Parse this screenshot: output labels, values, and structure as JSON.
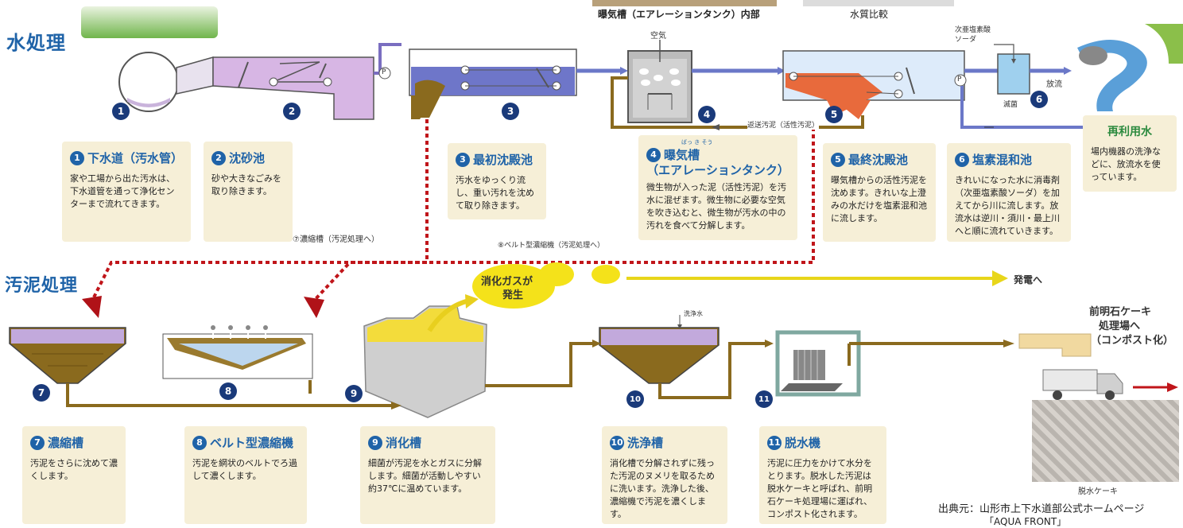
{
  "header": {
    "top_caption_left": "曝気槽（エアレーションタンク）内部",
    "top_caption_right": "水質比較"
  },
  "sections": {
    "water": "水処理",
    "sludge": "汚泥処理"
  },
  "process_labels": {
    "air": "空気",
    "chemical": "次亜塩素酸\nソーダ",
    "chemical_line1": "次亜塩素酸",
    "chemical_line2": "ソーダ",
    "discharge": "放流",
    "reduction": "滅菌",
    "return_sludge": "返送汚泥（活性汚泥）",
    "to_thickener": "⑦濃縮槽（汚泥処理へ）",
    "to_belt": "⑧ベルト型濃縮機（汚泥処理へ）",
    "digestion_gas": "消化ガスが\n発生",
    "digestion_gas_line1": "消化ガスが",
    "digestion_gas_line2": "発生",
    "power": "発電へ",
    "wash_water": "洗浄水",
    "compost": "前明石ケーキ\n処理場へ\n（コンポスト化）",
    "compost_line1": "前明石ケーキ",
    "compost_line2": "処理場へ",
    "compost_line3": "（コンポスト化）",
    "cake": "脱水ケーキ",
    "pump": "P"
  },
  "numbers": [
    "1",
    "2",
    "3",
    "4",
    "5",
    "6",
    "7",
    "8",
    "9",
    "10",
    "11"
  ],
  "water_cards": [
    {
      "num": "1",
      "title": "下水道（汚水管）",
      "body": "家や工場から出た汚水は、下水道管を通って浄化センターまで流れてきます。"
    },
    {
      "num": "2",
      "title": "沈砂池",
      "body": "砂や大きなごみを取り除きます。"
    },
    {
      "num": "3",
      "title": "最初沈殿池",
      "body": "汚水をゆっくり流し、重い汚れを沈めて取り除きます。"
    },
    {
      "num": "4",
      "title": "曝気槽",
      "subtitle": "（エアレーションタンク）",
      "ruby": "ばっ き そう",
      "body": "微生物が入った泥（活性汚泥）を汚水に混ぜます。微生物に必要な空気を吹き込むと、微生物が汚水の中の汚れを食べて分解します。"
    },
    {
      "num": "5",
      "title": "最終沈殿池",
      "body": "曝気槽からの活性汚泥を沈めます。きれいな上澄みの水だけを塩素混和池に流します。"
    },
    {
      "num": "6",
      "title": "塩素混和池",
      "body": "きれいになった水に消毒剤（次亜塩素酸ソーダ）を加えてから川に流します。放流水は逆川・須川・最上川へと順に流れていきます。"
    }
  ],
  "reuse": {
    "title": "再利用水",
    "body": "場内機器の洗浄などに、放流水を使っています。"
  },
  "sludge_cards": [
    {
      "num": "7",
      "title": "濃縮槽",
      "body": "汚泥をさらに沈めて濃くします。"
    },
    {
      "num": "8",
      "title": "ベルト型濃縮機",
      "body": "汚泥を網状のベルトでろ過して濃くします。"
    },
    {
      "num": "9",
      "title": "消化槽",
      "body": "細菌が汚泥を水とガスに分解します。細菌が活動しやすい約37℃に温めています。"
    },
    {
      "num": "10",
      "title": "洗浄槽",
      "body": "消化槽で分解されずに残った汚泥のヌメリを取るために洗います。洗浄した後、濃縮機で汚泥を濃くします。"
    },
    {
      "num": "11",
      "title": "脱水機",
      "body": "汚泥に圧力をかけて水分をとります。脱水した汚泥は脱水ケーキと呼ばれ、前明石ケーキ処理場に運ばれ、コンポスト化されます。"
    }
  ],
  "source": {
    "line1": "出典元：山形市上下水道部公式ホームページ",
    "line2": "「AQUA FRONT」"
  },
  "colors": {
    "brand_blue": "#1f63a8",
    "card_bg": "#f6efd7",
    "sludge_pipe": "#8a6a1e",
    "water_pipe": "#6b78c8",
    "dotted": "#c0151a",
    "gas": "#f4e21a"
  }
}
